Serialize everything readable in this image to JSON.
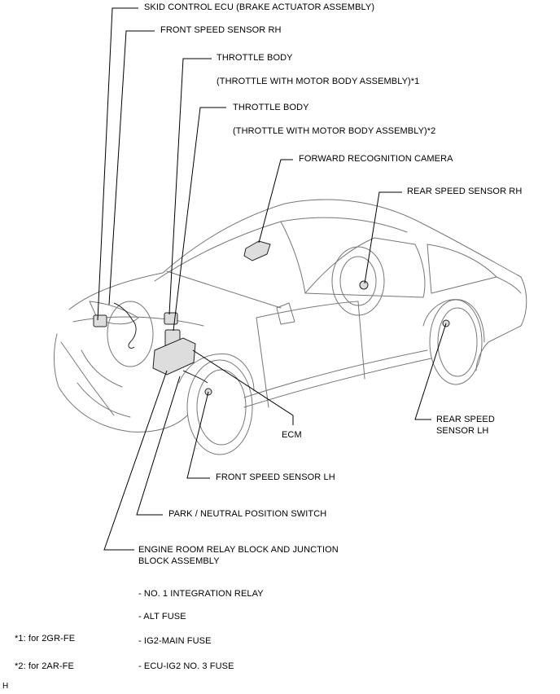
{
  "labels": {
    "skid_control_ecu": "SKID CONTROL ECU (BRAKE ACTUATOR ASSEMBLY)",
    "front_speed_sensor_rh": "FRONT SPEED SENSOR RH",
    "throttle_body_1": "THROTTLE BODY",
    "throttle_body_1_sub": "(THROTTLE WITH MOTOR BODY ASSEMBLY)*1",
    "throttle_body_2": "THROTTLE BODY",
    "throttle_body_2_sub": "(THROTTLE WITH MOTOR BODY ASSEMBLY)*2",
    "forward_recognition_camera": "FORWARD RECOGNITION CAMERA",
    "rear_speed_sensor_rh": "REAR SPEED SENSOR RH",
    "rear_speed_sensor_lh": "REAR SPEED\nSENSOR LH",
    "ecm": "ECM",
    "front_speed_sensor_lh": "FRONT SPEED SENSOR LH",
    "park_neutral_switch": "PARK / NEUTRAL POSITION SWITCH",
    "engine_room_relay_block": "ENGINE ROOM RELAY BLOCK AND JUNCTION\nBLOCK ASSEMBLY"
  },
  "sub_items": [
    "- NO. 1 INTEGRATION RELAY",
    "- ALT FUSE",
    "- IG2-MAIN FUSE",
    "- ECU-IG2 NO. 3 FUSE"
  ],
  "notes": {
    "note1": "*1: for 2GR-FE",
    "note2": "*2: for 2AR-FE"
  },
  "corner_mark": "H"
}
